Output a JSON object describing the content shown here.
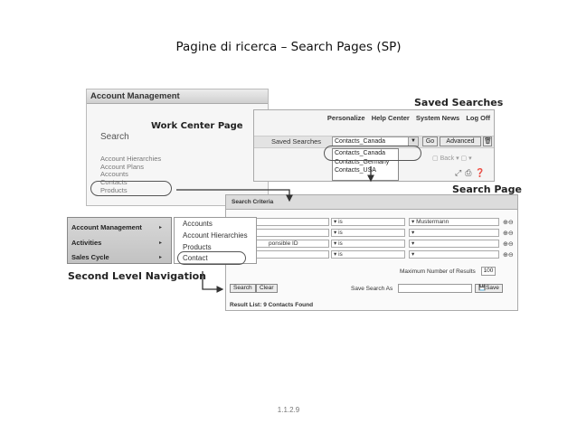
{
  "slide": {
    "title": "Pagine di ricerca – Search Pages (SP)",
    "page_number": "1.1.2.9"
  },
  "work_center": {
    "header": "Account Management",
    "label": "Work Center Page",
    "section": "Search",
    "items": [
      "Account Hierarchies",
      "Account Plans",
      "Accounts",
      "Contacts",
      "Products"
    ]
  },
  "saved_searches": {
    "label": "Saved Searches",
    "menu": [
      "Personalize",
      "Help Center",
      "System News",
      "Log Off"
    ],
    "field_label": "Saved Searches",
    "selected": "Contacts_Canada",
    "go_label": "Go",
    "advanced_label": "Advanced",
    "options": [
      "Contacts_Canada",
      "Contacts_Germany",
      "Contacts_USA"
    ],
    "back_label": "Back"
  },
  "search_page": {
    "label": "Search Page",
    "header": "Search Criteria",
    "rows": [
      {
        "field": "",
        "operator": "is",
        "value": "Mustermann"
      },
      {
        "field": "",
        "operator": "is",
        "value": ""
      },
      {
        "field": "ponsible ID",
        "operator": "is",
        "value": ""
      },
      {
        "field": "",
        "operator": "is",
        "value": ""
      }
    ],
    "max_results_label": "Maximum Number of Results",
    "max_results": "100",
    "search_button": "Search",
    "clear_button": "Clear",
    "save_search_as": "Save Search As",
    "save_button": "Save",
    "result_text": "Result List: 9 Contacts Found"
  },
  "second_level_navigation": {
    "label": "Second Level Navigation",
    "menu": [
      "Account Management",
      "Activities",
      "Sales Cycle"
    ],
    "submenu": [
      "Accounts",
      "Account Hierarchies",
      "Products",
      "Contact"
    ]
  },
  "colors": {
    "panel_border": "#aaaaaa",
    "header_gray": "#d0d0d0",
    "oval_outline": "#555555"
  }
}
